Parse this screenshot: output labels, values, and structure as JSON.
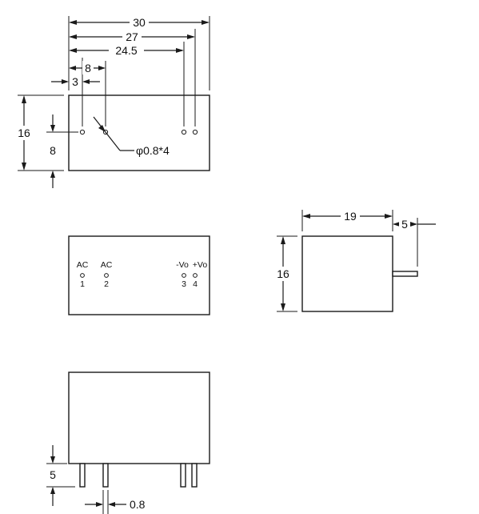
{
  "top_view": {
    "dim_width_total": "30",
    "dim_width_27": "27",
    "dim_width_245": "24.5",
    "dim_pin_8": "8",
    "dim_pin_3": "3",
    "dim_height": "16",
    "dim_pin_row": "8",
    "hole_note": "φ0.8*4"
  },
  "pin_view": {
    "pins": [
      {
        "func": "AC",
        "num": "1"
      },
      {
        "func": "AC",
        "num": "2"
      },
      {
        "func": "-Vo",
        "num": "3"
      },
      {
        "func": "+Vo",
        "num": "4"
      }
    ]
  },
  "side_view": {
    "dim_depth": "19",
    "dim_pin_len": "5",
    "dim_height": "16"
  },
  "front_view": {
    "dim_pin_len": "5",
    "dim_pin_dia": "0.8"
  }
}
